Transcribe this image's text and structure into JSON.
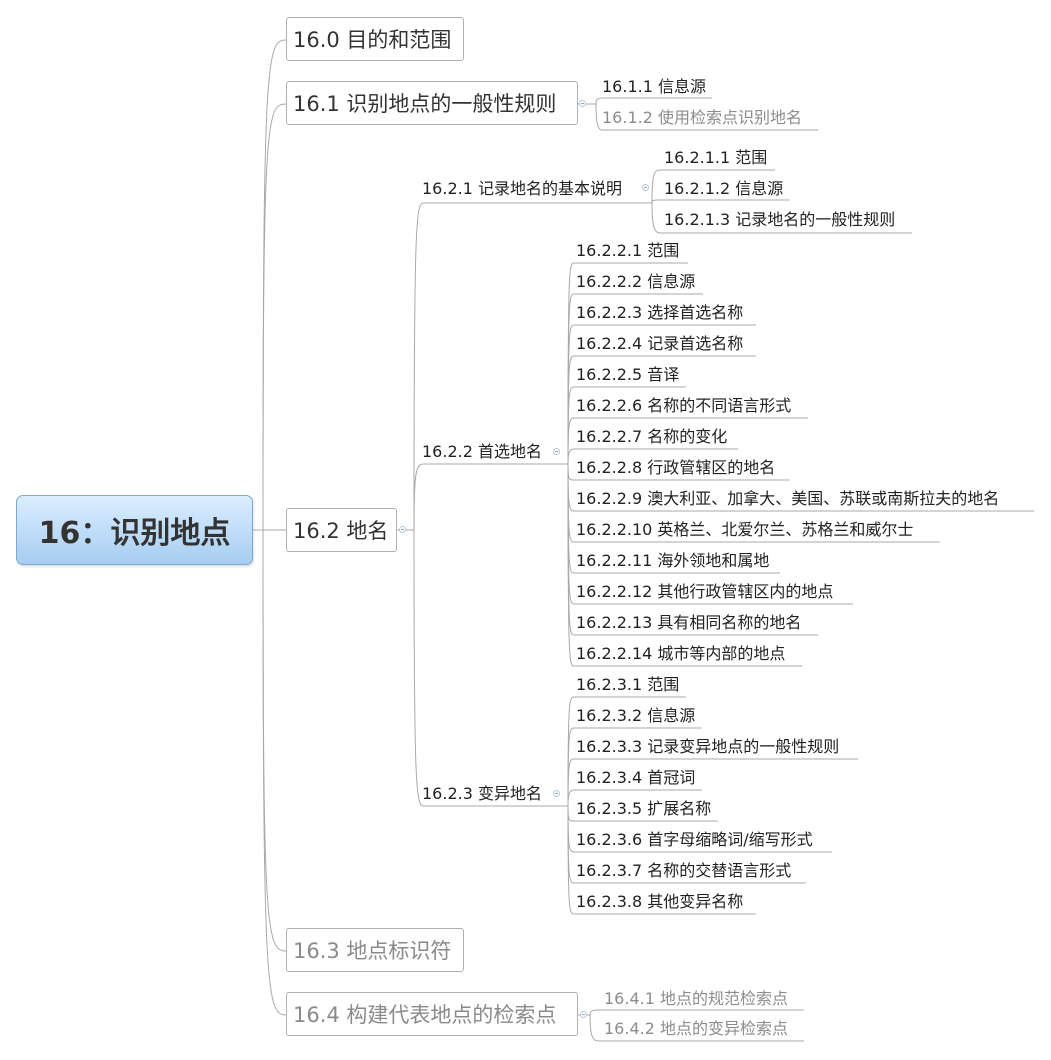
{
  "root": {
    "label": "16：识别地点"
  },
  "nodes": {
    "n16_0": "16.0 目的和范围",
    "n16_1": "16.1 识别地点的一般性规则",
    "n16_1_1": "16.1.1 信息源",
    "n16_1_2": "16.1.2 使用检索点识别地名",
    "n16_2": "16.2 地名",
    "n16_2_1": "16.2.1 记录地名的基本说明",
    "n16_2_1_1": "16.2.1.1 范围",
    "n16_2_1_2": "16.2.1.2 信息源",
    "n16_2_1_3": "16.2.1.3 记录地名的一般性规则",
    "n16_2_2": "16.2.2 首选地名",
    "n16_2_2_1": "16.2.2.1 范围",
    "n16_2_2_2": "16.2.2.2 信息源",
    "n16_2_2_3": "16.2.2.3 选择首选名称",
    "n16_2_2_4": "16.2.2.4 记录首选名称",
    "n16_2_2_5": "16.2.2.5 音译",
    "n16_2_2_6": "16.2.2.6 名称的不同语言形式",
    "n16_2_2_7": "16.2.2.7 名称的变化",
    "n16_2_2_8": "16.2.2.8 行政管辖区的地名",
    "n16_2_2_9": "16.2.2.9 澳大利亚、加拿大、美国、苏联或南斯拉夫的地名",
    "n16_2_2_10": "16.2.2.10 英格兰、北爱尔兰、苏格兰和威尔士",
    "n16_2_2_11": "16.2.2.11 海外领地和属地",
    "n16_2_2_12": "16.2.2.12 其他行政管辖区内的地点",
    "n16_2_2_13": "16.2.2.13 具有相同名称的地名",
    "n16_2_2_14": "16.2.2.14 城市等内部的地点",
    "n16_2_3": "16.2.3 变异地名",
    "n16_2_3_1": "16.2.3.1 范围",
    "n16_2_3_2": "16.2.3.2 信息源",
    "n16_2_3_3": "16.2.3.3 记录变异地点的一般性规则",
    "n16_2_3_4": "16.2.3.4 首冠词",
    "n16_2_3_5": "16.2.3.5 扩展名称",
    "n16_2_3_6": "16.2.3.6 首字母缩略词/缩写形式",
    "n16_2_3_7": "16.2.3.7 名称的交替语言形式",
    "n16_2_3_8": "16.2.3.8 其他变异名称",
    "n16_3": "16.3 地点标识符",
    "n16_4": "16.4 构建代表地点的检索点",
    "n16_4_1": "16.4.1 地点的规范检索点",
    "n16_4_2": "16.4.2 地点的变异检索点"
  },
  "colors": {
    "line": "#a9a9a9",
    "node_border": "#b0b0b0",
    "root_fill_top": "#dbeeff",
    "root_fill_bottom": "#a6cdf1",
    "dim_text": "#8c8c8c"
  }
}
